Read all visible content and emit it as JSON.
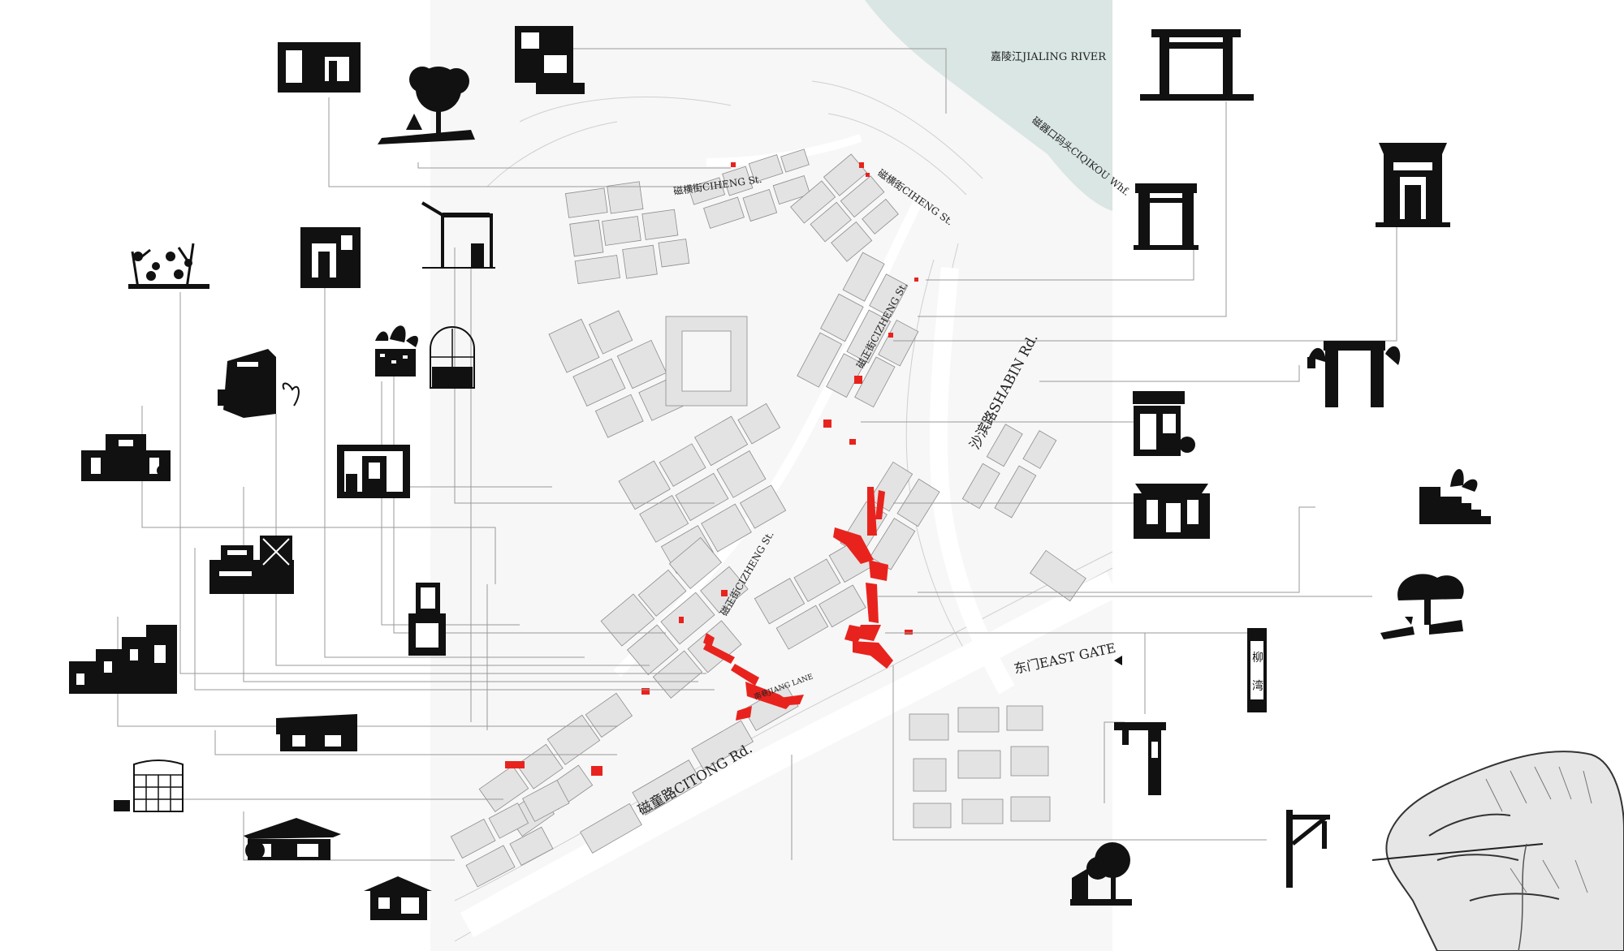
{
  "map": {
    "labels": {
      "river": "嘉陵江JIALING RIVER",
      "wharf": "磁器口码头CIQIKOU Whf.",
      "ciheng": "磁横街CIHENG St.",
      "ciheng2": "磁横街CIHENG St.",
      "cizheng_upper": "磁正街CIZHENG St.",
      "cizheng_lower": "磁正街CIZHENG St.",
      "shabin": "沙滨路SHABIN Rd.",
      "east_gate": "东门EAST GATE",
      "citong": "磁童路CITONG Rd.",
      "alley": "南巷JIANG LANE"
    },
    "colors": {
      "water": "#d9e6e3",
      "highlight": "#e8231e",
      "building": "#e3e3e3",
      "building_stroke": "#8c8c8c",
      "leader": "#9a9a9a"
    }
  },
  "icons": [
    "courtyard-gate-sketch-icon",
    "shop-front-sketch-icon",
    "tree-rock-garden-icon",
    "pergola-frame-icon",
    "flower-planters-icon",
    "doorway-sketch-icon",
    "potted-plant-icon",
    "arched-trellis-icon",
    "signboard-kiosk-icon",
    "shopfront-elevation-icon",
    "framed-entrance-icon",
    "market-stall-icon",
    "vertical-sign-totem-icon",
    "stepped-houses-icon",
    "tea-house-icon",
    "cabinet-elevation-icon",
    "pavilion-icon",
    "small-house-icon",
    "paifang-gate-icon",
    "archway-gate-icon",
    "ornate-gate-icon",
    "planted-gateway-icon",
    "shop-front-awning-icon",
    "traditional-building-icon",
    "stair-planter-icon",
    "bonsai-tree-icon",
    "vertical-plaque-icon",
    "sign-pole-icon",
    "hanging-sign-bracket-icon",
    "tree-sculpture-icon",
    "hand-needle-illustration-icon"
  ]
}
